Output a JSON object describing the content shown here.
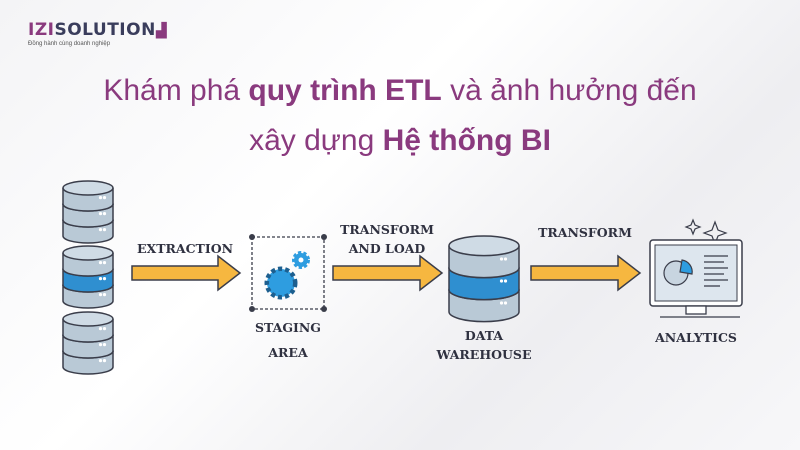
{
  "logo": {
    "brand_left": "IZI",
    "brand_right": "SOLUTION",
    "tagline": "Đồng hành cùng doanh nghiệp"
  },
  "title": {
    "line1_pre": "Khám phá ",
    "line1_bold": "quy trình ETL",
    "line1_post": " và ảnh hưởng đến",
    "line2_pre": "xây dựng ",
    "line2_bold": "Hệ thống BI"
  },
  "diagram": {
    "step1_label": "EXTRACTION",
    "staging_label_1": "STAGING",
    "staging_label_2": "AREA",
    "step2_label_1": "TRANSFORM",
    "step2_label_2": "AND LOAD",
    "warehouse_label_1": "DATA",
    "warehouse_label_2": "WAREHOUSE",
    "step3_label": "TRANSFORM",
    "analytics_label": "ANALYTICS"
  },
  "colors": {
    "title": "#8a3a7e",
    "arrow": "#f6b740",
    "db_gray": "#b9c9d6",
    "db_blue": "#2f8fd0",
    "gear": "#2e9de0"
  }
}
